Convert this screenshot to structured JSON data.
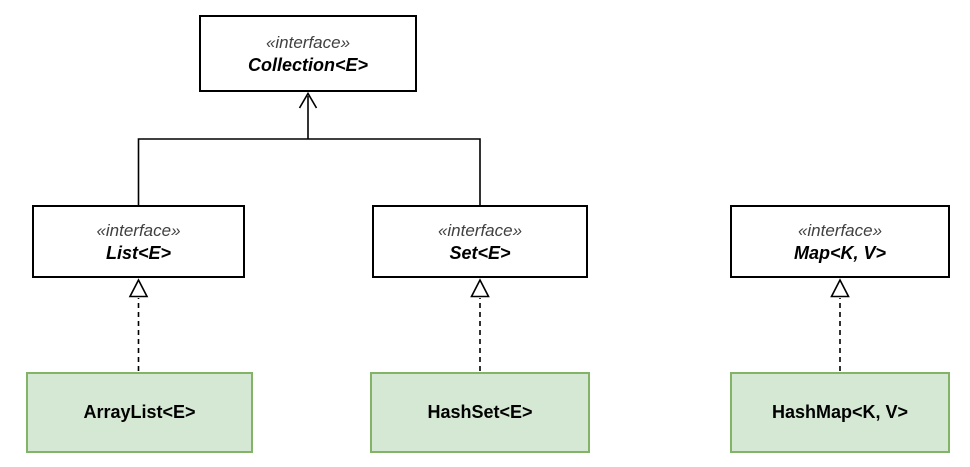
{
  "diagram": {
    "type": "uml-class-diagram",
    "nodes": {
      "collection": {
        "stereotype": "«interface»",
        "name": "Collection<E>",
        "kind": "interface"
      },
      "list": {
        "stereotype": "«interface»",
        "name": "List<E>",
        "kind": "interface"
      },
      "set": {
        "stereotype": "«interface»",
        "name": "Set<E>",
        "kind": "interface"
      },
      "map": {
        "stereotype": "«interface»",
        "name": "Map<K, V>",
        "kind": "interface"
      },
      "arraylist": {
        "name": "ArrayList<E>",
        "kind": "class"
      },
      "hashset": {
        "name": "HashSet<E>",
        "kind": "class"
      },
      "hashmap": {
        "name": "HashMap<K, V>",
        "kind": "class"
      }
    },
    "edges": [
      {
        "from": "List<E>",
        "to": "Collection<E>",
        "line": "solid",
        "arrow": "open"
      },
      {
        "from": "Set<E>",
        "to": "Collection<E>",
        "line": "solid",
        "arrow": "open"
      },
      {
        "from": "ArrayList<E>",
        "to": "List<E>",
        "line": "dashed",
        "arrow": "hollow-triangle"
      },
      {
        "from": "HashSet<E>",
        "to": "Set<E>",
        "line": "dashed",
        "arrow": "hollow-triangle"
      },
      {
        "from": "HashMap<K, V>",
        "to": "Map<K, V>",
        "line": "dashed",
        "arrow": "hollow-triangle"
      }
    ],
    "colors": {
      "interface_fill": "#ffffff",
      "interface_border": "#000000",
      "class_fill": "#d5e8d4",
      "class_border": "#82b366",
      "stereotype_text": "#404040",
      "name_text": "#000000",
      "edge": "#000000",
      "background": "#ffffff"
    }
  }
}
